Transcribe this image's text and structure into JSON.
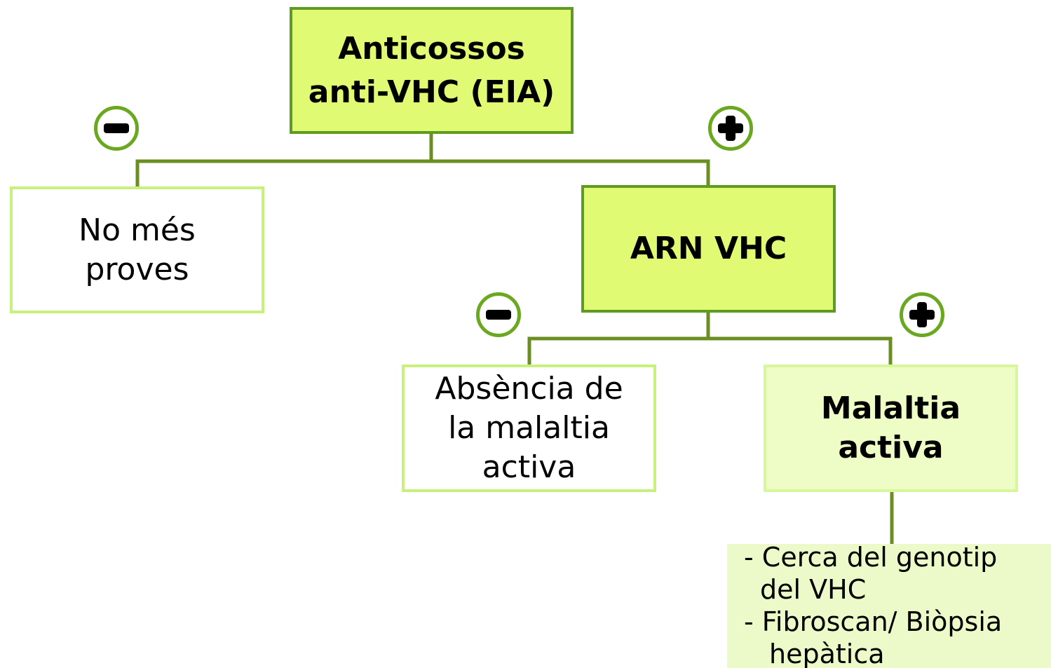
{
  "colors": {
    "strong_fill": "#e0fb73",
    "strong_border": "#5f9b1f",
    "light_border": "#c8f07c",
    "pale_fill": "#eefcc6",
    "connector": "#6b8e23",
    "sign_ring": "#69a81f"
  },
  "nodes": {
    "root": {
      "line1": "Anticossos",
      "line2": "anti-VHC (EIA)"
    },
    "no_tests": {
      "line1": "No més",
      "line2": "proves"
    },
    "rna": {
      "label": "ARN VHC"
    },
    "no_disease": {
      "line1": "Absència de",
      "line2": "la malaltia",
      "line3": "activa"
    },
    "active_disease": {
      "line1": "Malaltia",
      "line2": "activa"
    }
  },
  "signs": {
    "root_negative": "minus-icon",
    "root_positive": "plus-icon",
    "rna_negative": "minus-icon",
    "rna_positive": "plus-icon"
  },
  "actions": {
    "item1_line1": "- Cerca del genotip",
    "item1_line2": "del VHC",
    "item2_line1": "- Fibroscan/ Biòpsia",
    "item2_line2": "hepàtica"
  }
}
